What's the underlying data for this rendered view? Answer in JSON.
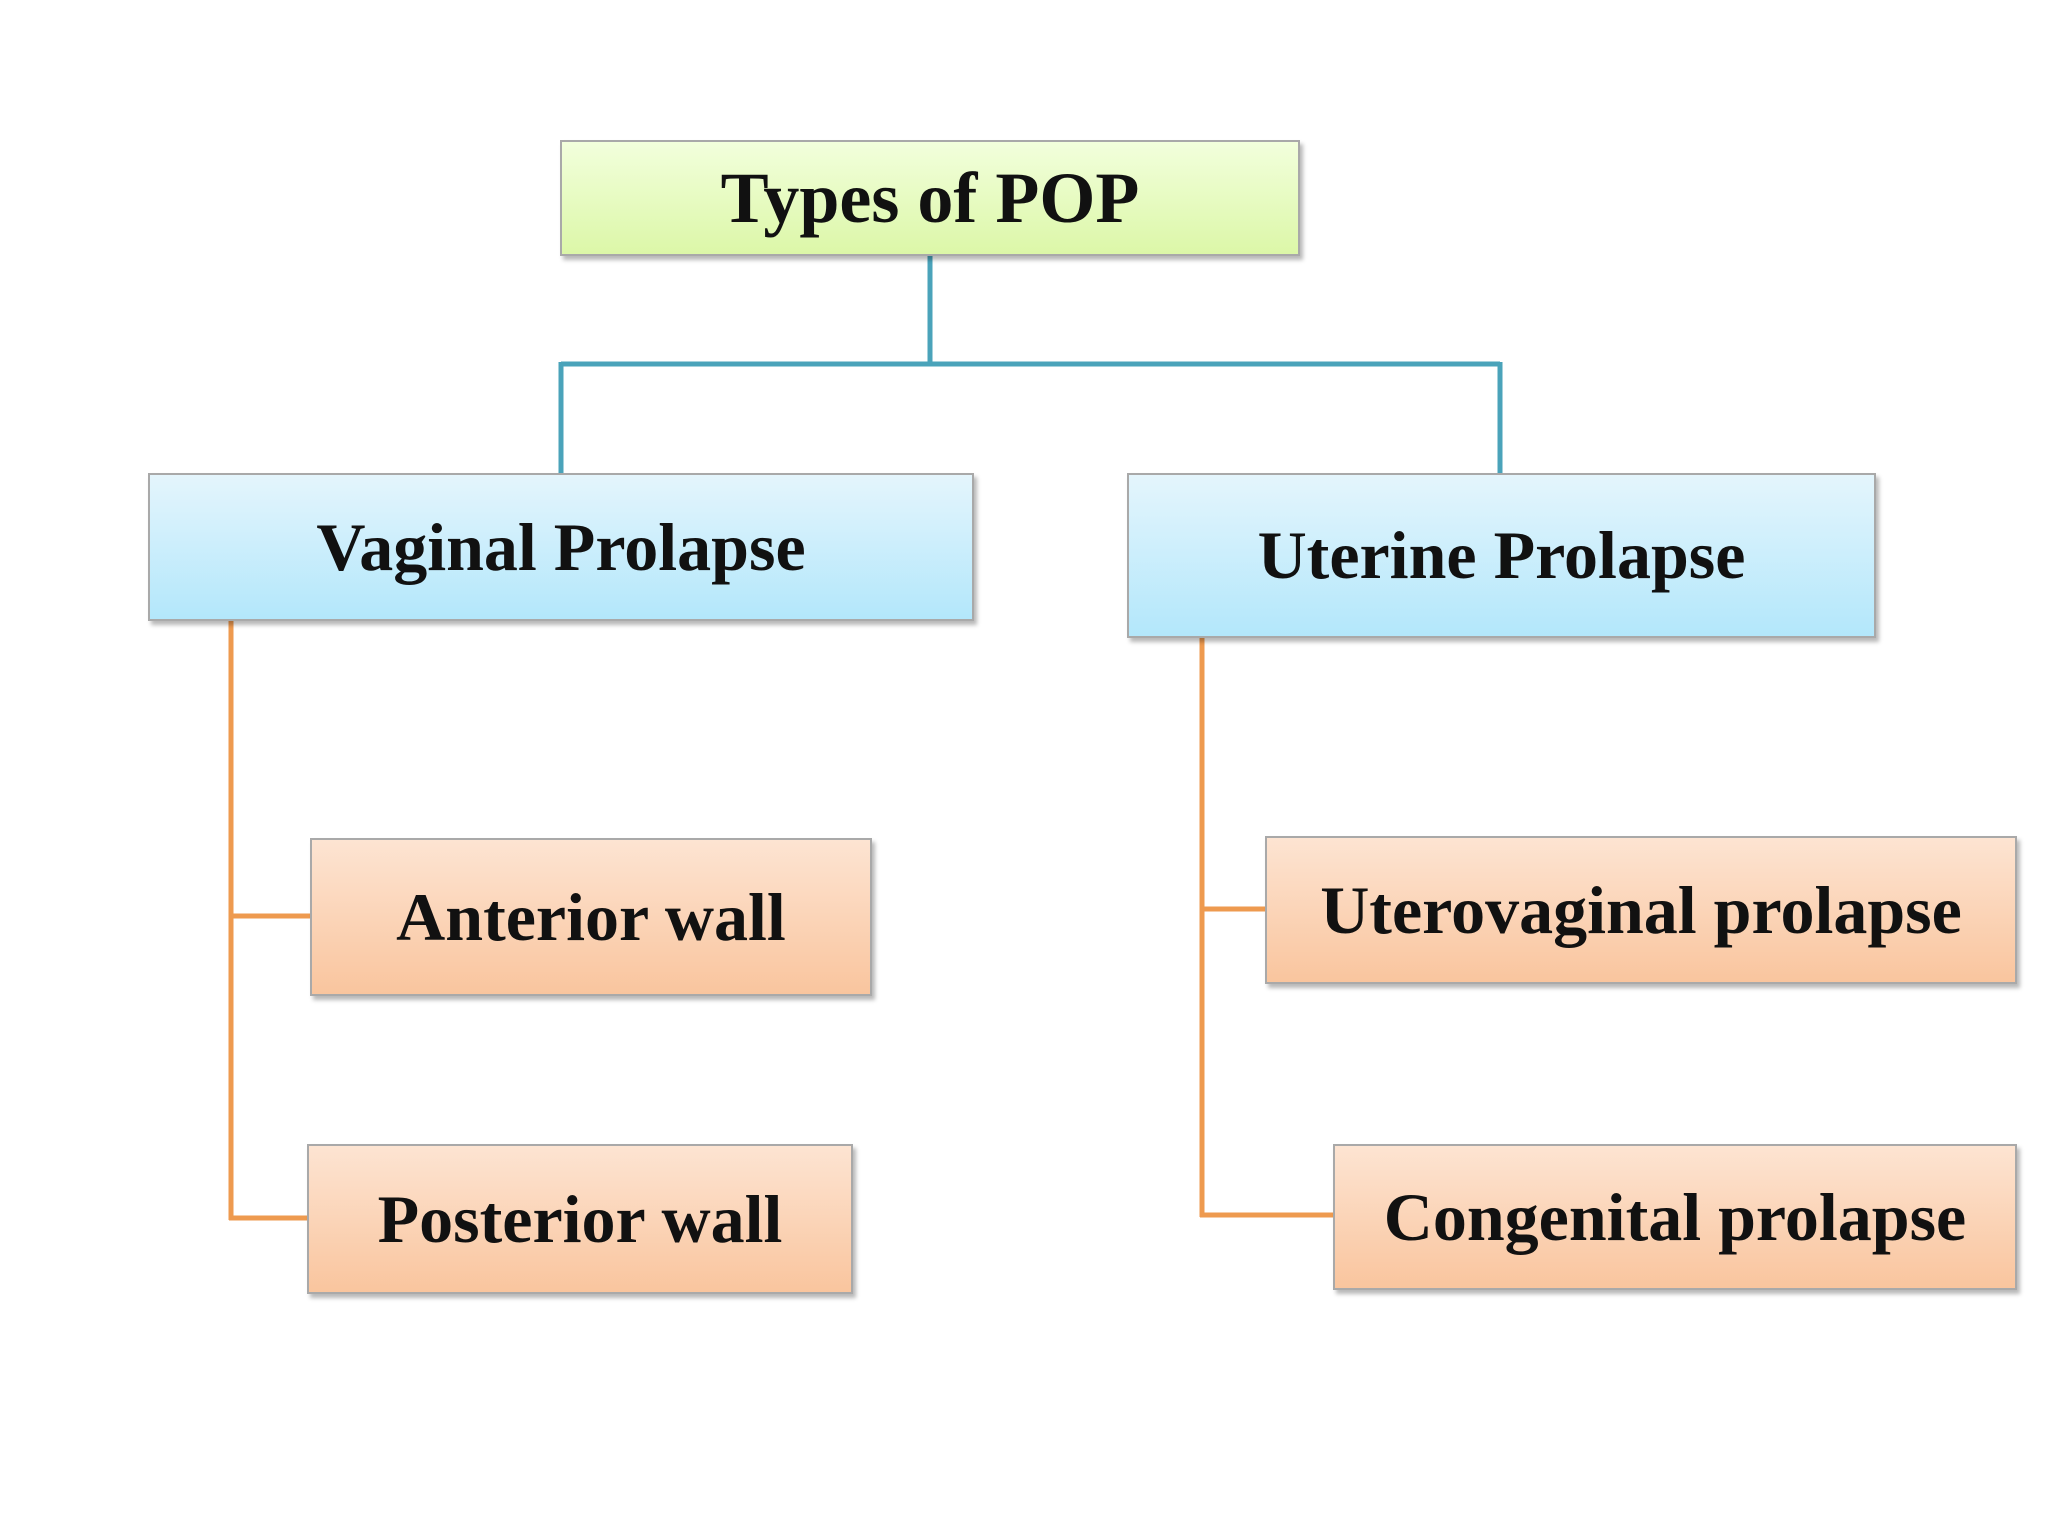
{
  "diagram": {
    "colors": {
      "root_fill": "#dcf7a8",
      "level1_fill": "#b3e7fb",
      "level2_fill": "#f9c59e",
      "root_connector": "#4aa3ba",
      "branch_connector": "#ee9a4f",
      "box_border": "#a9a9a9"
    },
    "root": {
      "label": "Types of POP"
    },
    "branches": [
      {
        "label": "Vaginal Prolapse",
        "children": [
          {
            "label": "Anterior wall"
          },
          {
            "label": "Posterior wall"
          }
        ]
      },
      {
        "label": "Uterine Prolapse",
        "children": [
          {
            "label": "Uterovaginal prolapse"
          },
          {
            "label": "Congenital prolapse"
          }
        ]
      }
    ]
  }
}
